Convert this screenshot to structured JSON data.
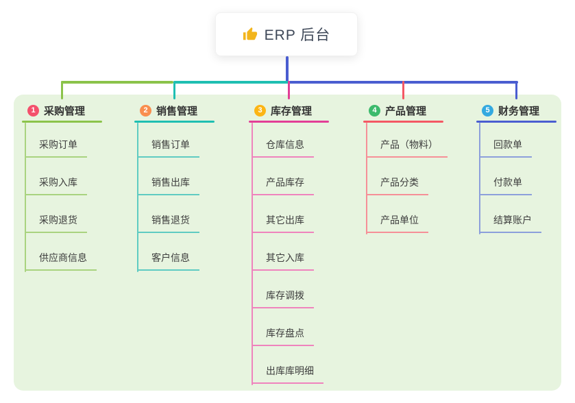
{
  "root": {
    "title": "ERP 后台",
    "icon": "thumbs-up-icon",
    "icon_color": "#f2b51d",
    "connector_color": "#4a5dd0"
  },
  "panel": {
    "background": "#e7f4df"
  },
  "branches": [
    {
      "badge": "1",
      "badge_color": "#f4516c",
      "label": "采购管理",
      "color": "#8bc34a",
      "sub_color": "#a9d37f",
      "items": [
        "采购订单",
        "采购入库",
        "采购退货",
        "供应商信息"
      ]
    },
    {
      "badge": "2",
      "badge_color": "#f98e4e",
      "label": "销售管理",
      "color": "#1fbfb2",
      "sub_color": "#5fcbc2",
      "items": [
        "销售订单",
        "销售出库",
        "销售退货",
        "客户信息"
      ]
    },
    {
      "badge": "3",
      "badge_color": "#fcb514",
      "label": "库存管理",
      "color": "#e23e96",
      "sub_color": "#ef83bd",
      "items": [
        "仓库信息",
        "产品库存",
        "其它出库",
        "其它入库",
        "库存调拨",
        "库存盘点",
        "出库库明细"
      ]
    },
    {
      "badge": "4",
      "badge_color": "#3cba6c",
      "label": "产品管理",
      "color": "#f45864",
      "sub_color": "#f68f97",
      "items": [
        "产品（物料）",
        "产品分类",
        "产品单位"
      ]
    },
    {
      "badge": "5",
      "badge_color": "#34a9e0",
      "label": "财务管理",
      "color": "#4a5dd0",
      "sub_color": "#8c9fdb",
      "items": [
        "回款单",
        "付款单",
        "结算账户"
      ]
    }
  ]
}
